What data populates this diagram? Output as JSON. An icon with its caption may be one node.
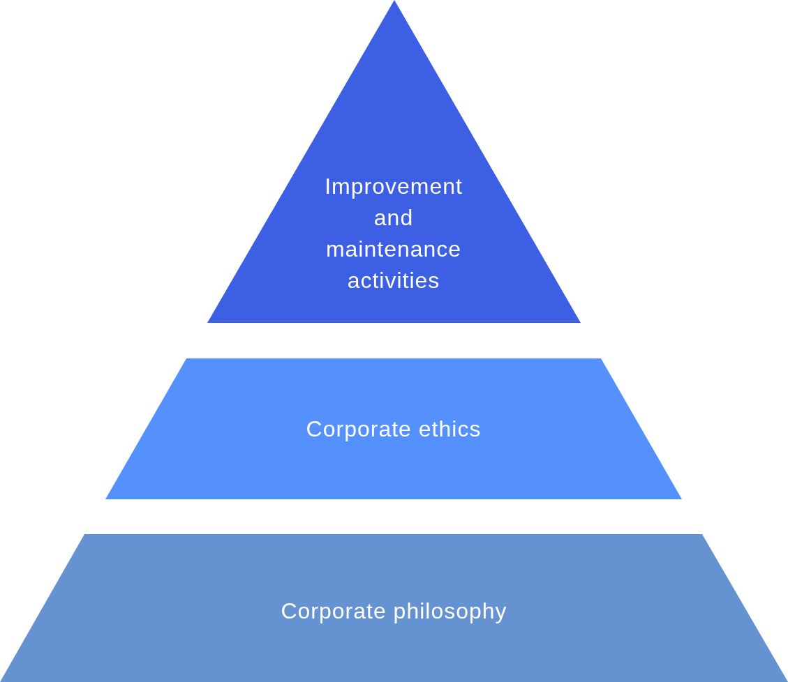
{
  "diagram": {
    "nodes": [
      {
        "text": [
          "Improvement and maintenance activities"
        ]
      },
      {
        "text": [
          "Corporate ethics"
        ]
      },
      {
        "text": [
          "Corporate philosophy"
        ]
      }
    ]
  }
}
